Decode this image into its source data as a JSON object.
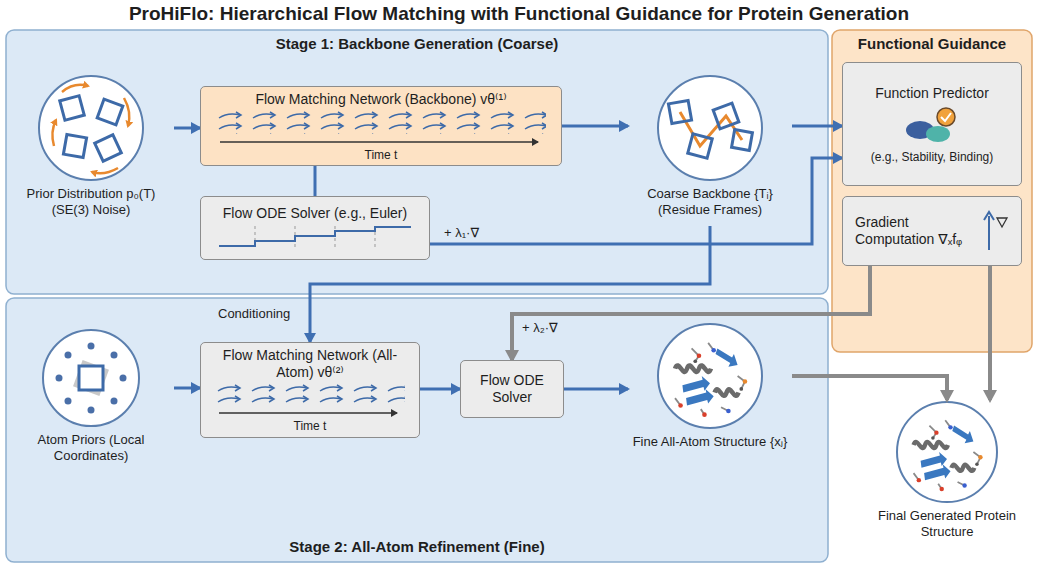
{
  "diagram": {
    "title": "ProHiFlo: Hierarchical Flow Matching with Functional Guidance for Protein Generation",
    "nodes": [
      {
        "text": [
          "Stage 1: Backbone Generation (Coarse)"
        ]
      },
      {
        "text": [
          "Prior Distribution p₀(T) (SE(3) Noise)"
        ],
        "in": 0
      },
      {
        "text": [
          "Flow Matching Network (Backbone) vθ⁽¹⁾",
          "Time t"
        ],
        "in": 0
      },
      {
        "text": [
          "Flow ODE Solver (e.g., Euler)"
        ],
        "in": 0
      },
      {
        "text": [
          "Coarse Backbone {Tᵢ} (Residue Frames)"
        ],
        "in": 0
      },
      {
        "text": [
          "Functional Guidance"
        ]
      },
      {
        "text": [
          "Function Predictor",
          "(e.g., Stability, Binding)"
        ],
        "in": 5
      },
      {
        "text": [
          "Gradient Computation ∇ₓfᵩ"
        ],
        "in": 5
      },
      {
        "text": [
          "Stage 2: All-Atom Refinement (Fine)"
        ]
      },
      {
        "text": [
          "Atom Priors (Local Coordinates)"
        ],
        "in": 8
      },
      {
        "text": [
          "Flow Matching Network (All-Atom) vθ⁽²⁾",
          "Time t"
        ],
        "in": 8
      },
      {
        "text": [
          "Flow ODE Solver"
        ],
        "in": 8
      },
      {
        "text": [
          "Fine All-Atom Structure {xⱼ}"
        ],
        "in": 8
      },
      {
        "text": [
          "Final Generated Protein Structure"
        ]
      }
    ],
    "edges": [
      {
        "from": 1,
        "to": 2,
        "arrow": "to"
      },
      {
        "from": 2,
        "to": 4,
        "arrow": "to"
      },
      {
        "from": 3,
        "to": 2,
        "arrow": "none"
      },
      {
        "from": 3,
        "to": 6,
        "label": "+ λ₁·∇",
        "arrow": "to"
      },
      {
        "from": 4,
        "to": 6,
        "arrow": "to"
      },
      {
        "from": 4,
        "to": 10,
        "label": "Conditioning",
        "arrow": "to"
      },
      {
        "from": 9,
        "to": 10,
        "arrow": "to"
      },
      {
        "from": 10,
        "to": 11,
        "arrow": "to"
      },
      {
        "from": 11,
        "to": 12,
        "arrow": "to"
      },
      {
        "from": 7,
        "to": 11,
        "label": "+ λ₂·∇",
        "arrow": "to"
      },
      {
        "from": 12,
        "to": 13,
        "arrow": "to"
      },
      {
        "from": 7,
        "to": 13,
        "arrow": "to"
      }
    ]
  }
}
